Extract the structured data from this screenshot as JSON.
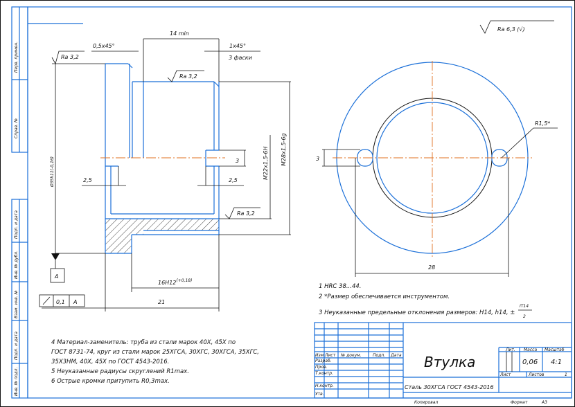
{
  "title_block": {
    "part_name": "Втулка",
    "material": "Сталь 30ХГСА ГОСТ 4543-2016",
    "headers": {
      "izm": "Изм",
      "list": "Лист",
      "doc_no": "№ докум.",
      "sign": "Подп.",
      "date": "Дата"
    },
    "roles": [
      "Разраб.",
      "Пров.",
      "Т.контр.",
      "Н.контр.",
      "Утв."
    ],
    "lit_label": "Лит.",
    "mass_label": "Масса",
    "scale_label": "Масштаб",
    "mass": "0,06",
    "scale": "4:1",
    "sheet_label": "Лист",
    "sheets_label": "Листов",
    "sheets": "1",
    "copied_label": "Копировал",
    "format_label": "Формат",
    "format": "А3"
  },
  "side_strip": [
    "Перв. примен.",
    "Справ. №",
    "Подп. и дата",
    "Инв. № дубл.",
    "Взам. инв. №",
    "Подп. и дата",
    "Инв. № подл."
  ],
  "roughness_general": "Ra 6,3 (√)",
  "section_view": {
    "dims": {
      "len_14": "14 min",
      "chamfer_05": "0,5x45°",
      "chamfer_1": "1x45°",
      "chamfer_count": "3 фаски",
      "ra_top": "Ra 3,2",
      "ra_inner": "Ra 3,2",
      "ra_bottom": "Ra 3,2",
      "dia_35": "Ø35h11(-0,16)",
      "m22": "M22x1,5-6H",
      "m28": "M28x1,5-6g",
      "slot_3": "3",
      "groove_left": "2,5",
      "groove_right": "2,5",
      "len_16": "16H12",
      "len_16_tol": "(+0,18)",
      "len_21": "21"
    },
    "datum": "A",
    "runout_tolerance": "0,1",
    "runout_datum": "A"
  },
  "end_view": {
    "radius": "R1,5*",
    "slot_width": "3",
    "dim_28": "28"
  },
  "notes_right": [
    "1 HRC 38...44.",
    "2  *Размер обеспечивается инструментом.",
    "3 Неуказанные предельные отклонения размеров: H14, h14, ±"
  ],
  "note3_fraction": {
    "num": "IT14",
    "den": "2"
  },
  "notes_left": [
    "4  Материал-заменитель: труба из стали марок 40Х, 45Х по",
    "ГОСТ 8731-74, круг из стали марок 25ХГСА, 30ХГС, 30ХГСА, 35ХГС,",
    "35Х3НМ, 40Х, 45Х по ГОСТ 4543-2016.",
    "5  Неуказанные радиусы скруглений R1max.",
    "6  Острые кромки притупить R0,3max."
  ]
}
